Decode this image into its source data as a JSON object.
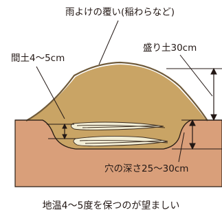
{
  "labels": {
    "cover": "雨よけの覆い(稲わらなど)",
    "mound_soil": "盛り土30cm",
    "between_soil": "間土4～5cm",
    "hole_depth": "穴の深さ25～30cm",
    "note": "地温4～5度を保つのが望ましい"
  },
  "colors": {
    "mound_fill": "#c9a465",
    "cover_stroke": "#6f5a3a",
    "ground_fill": "#d99f7a",
    "ground_outline": "#2a1e16",
    "root": "#f2edd5",
    "leader": "#231815"
  }
}
